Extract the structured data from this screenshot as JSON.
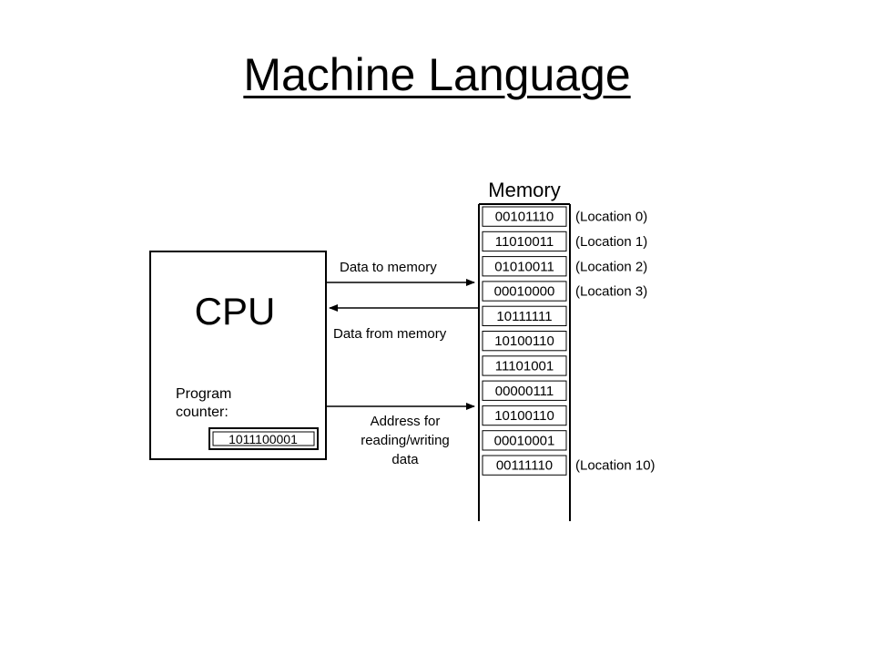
{
  "title": "Machine Language",
  "diagram": {
    "cpu": {
      "label": "CPU",
      "program_counter_label_line1": "Program",
      "program_counter_label_line2": "counter:",
      "program_counter_value": "1011100001"
    },
    "memory": {
      "label": "Memory",
      "cells": [
        "00101110",
        "11010011",
        "01010011",
        "00010000",
        "10111111",
        "10100110",
        "11101001",
        "00000111",
        "10100110",
        "00010001",
        "00111110",
        ""
      ],
      "location_labels": [
        "(Location 0)",
        "(Location 1)",
        "(Location 2)",
        "(Location 3)",
        "",
        "",
        "",
        "",
        "",
        "",
        "(Location 10)",
        ""
      ]
    },
    "arrows": {
      "data_to_memory": "Data to memory",
      "data_from_memory": "Data from memory",
      "address_line1": "Address for",
      "address_line2": "reading/writing",
      "address_line3": "data"
    }
  }
}
